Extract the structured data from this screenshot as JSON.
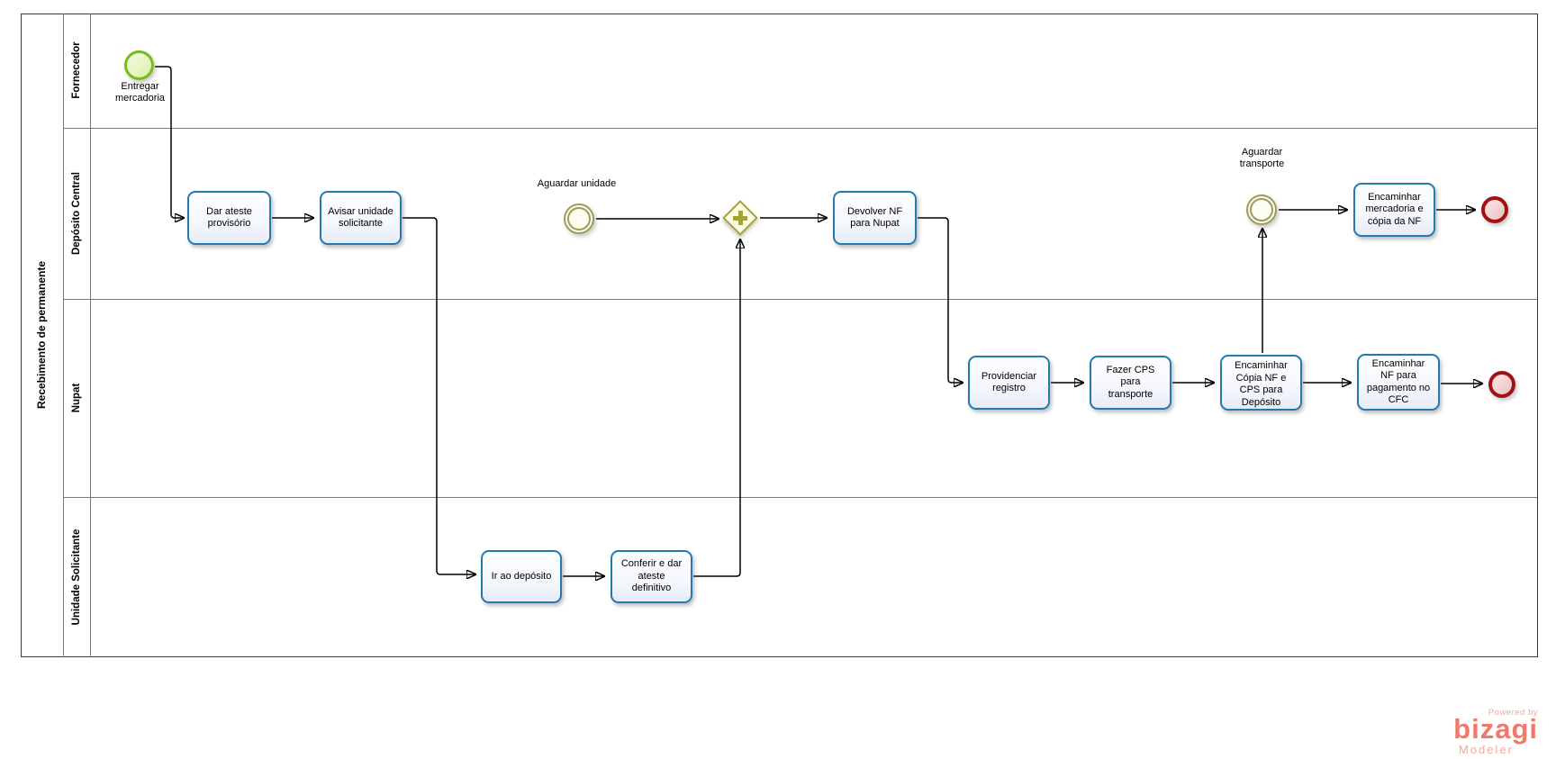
{
  "pool": {
    "title": "Recebimento de permanente"
  },
  "lanes": [
    {
      "label": "Fornecedor"
    },
    {
      "label": "Depósito Central"
    },
    {
      "label": "Nupat"
    },
    {
      "label": "Unidade Solicitante"
    }
  ],
  "nodes": {
    "start": "Entregar mercadoria",
    "task_dar_ateste": "Dar ateste provisório",
    "task_avisar_unidade": "Avisar unidade solicitante",
    "event_aguardar_unidade": "Aguardar unidade",
    "task_devolver_nf": "Devolver NF para Nupat",
    "task_ir_deposito": "Ir ao depósito",
    "task_conferir": "Conferir e dar ateste definitivo",
    "task_providenciar": "Providenciar registro",
    "task_fazer_cps": "Fazer CPS para transporte",
    "task_encaminhar_copia": "Encaminhar Cópia NF e CPS para Depósito",
    "task_encaminhar_nf_cfc": "Encaminhar NF para pagamento no CFC",
    "event_aguardar_transporte": "Aguardar transporte",
    "task_encaminhar_mercadoria": "Encaminhar mercadoria e cópia da NF"
  },
  "branding": {
    "powered_by": "Powered by",
    "brand": "bizagi",
    "product": "Modeler"
  },
  "colors": {
    "task_border": "#2479AE",
    "start_green": "#76BB1F",
    "event_olive": "#9D9C59",
    "gateway_olive": "#A5A238",
    "end_red": "#A11212",
    "brand_coral": "#F2796A",
    "brand_light": "#F5A79B"
  }
}
